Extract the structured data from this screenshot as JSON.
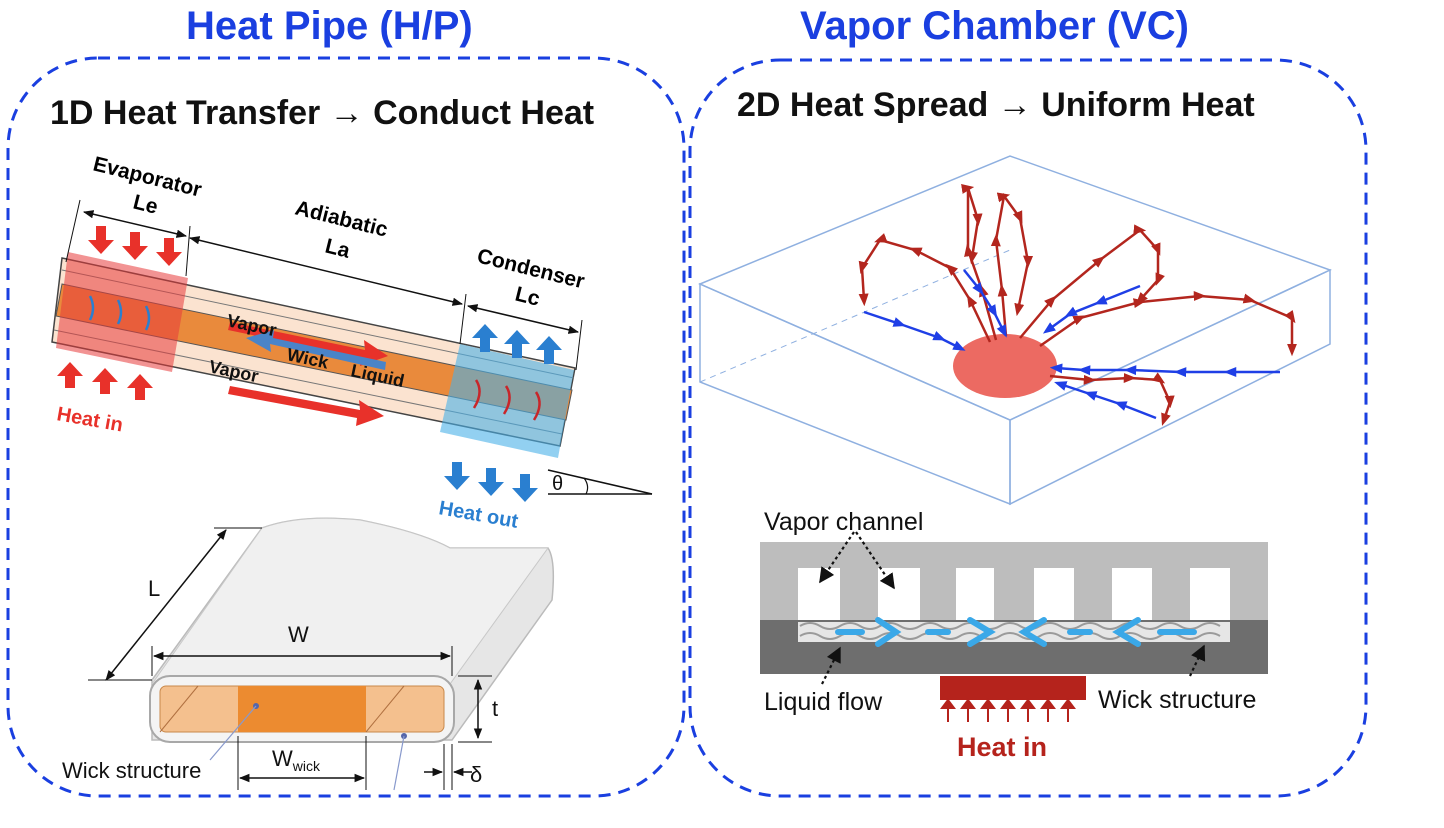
{
  "heat_pipe": {
    "title": "Heat Pipe (H/P)",
    "subtitle": "1D Heat Transfer → Conduct Heat",
    "labels": {
      "evaporator": "Evaporator",
      "le": "Le",
      "adiabatic": "Adiabatic",
      "la": "La",
      "condenser": "Condenser",
      "lc": "Lc",
      "vapor_top": "Vapor",
      "vapor_bottom": "Vapor",
      "wick": "Wick",
      "liquid": "Liquid",
      "heat_in": "Heat in",
      "heat_out": "Heat out",
      "theta": "θ",
      "L": "L",
      "W": "W",
      "t": "t",
      "w_wick_main": "W",
      "w_wick_sub": "wick",
      "delta": "δ",
      "wick_structure": "Wick structure"
    }
  },
  "vapor_chamber": {
    "title": "Vapor Chamber (VC)",
    "subtitle": "2D Heat Spread → Uniform Heat",
    "labels": {
      "vapor_channel": "Vapor channel",
      "liquid_flow": "Liquid flow",
      "wick_structure": "Wick structure",
      "heat_in": "Heat in"
    }
  },
  "colors": {
    "title_blue": "#1a3fe0",
    "heat_red": "#e8312a",
    "cool_blue": "#2a7fd0",
    "pipe_orange": "#e98a3c",
    "arrow_darkred": "#b3261e",
    "arrow_blue": "#1f3fe6"
  }
}
